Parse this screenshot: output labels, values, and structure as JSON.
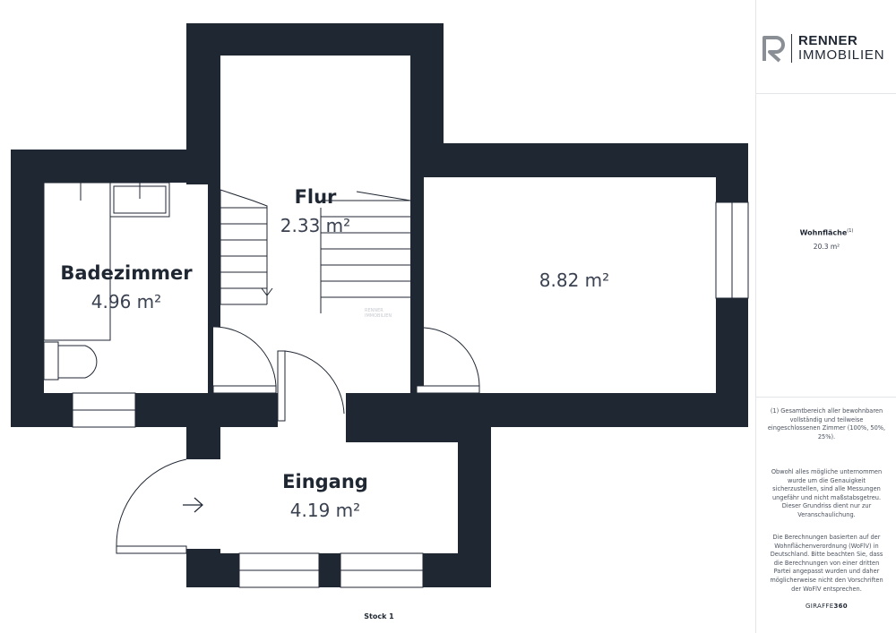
{
  "floor_label": "Stock 1",
  "rooms": {
    "flur": {
      "name": "Flur",
      "area": "2.33 m²"
    },
    "badezimmer": {
      "name": "Badezimmer",
      "area": "4.96 m²"
    },
    "zimmer": {
      "name": "",
      "area": "8.82 m²"
    },
    "eingang": {
      "name": "Eingang",
      "area": "4.19 m²"
    }
  },
  "logo": {
    "line1": "RENNER",
    "line2": "IMMOBILIEN"
  },
  "watermark": {
    "line1": "RENNER",
    "line2": "IMMOBILIEN"
  },
  "summary": {
    "label": "Wohnfläche",
    "footnote_mark": "(1)",
    "value": "20.3 m²"
  },
  "notes": {
    "footnote": "(1) Gesamtbereich aller bewohnbaren vollständig und teilweise eingeschlossenen Zimmer (100%, 50%, 25%).",
    "disclaimer": "Obwohl alles mögliche unternommen wurde um die Genauigkeit sicherzustellen, sind alle Messungen ungefähr und nicht maßstabsgetreu. Dieser Grundriss dient nur zur Veranschaulichung.",
    "calculation": "Die Berechnungen basierten auf der Wohnflächenverordnung (WoFlV) in Deutschland. Bitte beachten Sie, dass die Berechnungen von einer dritten Partei angepasst wurden und daher möglicherweise nicht den Vorschriften der WoFlV entsprechen."
  },
  "brand": {
    "prefix": "GIRAFFE",
    "suffix": "360"
  },
  "colors": {
    "wall": "#1f2733",
    "text": "#1f2733",
    "logo_mark": "#8a8f96",
    "fixture": "#1f2733"
  }
}
